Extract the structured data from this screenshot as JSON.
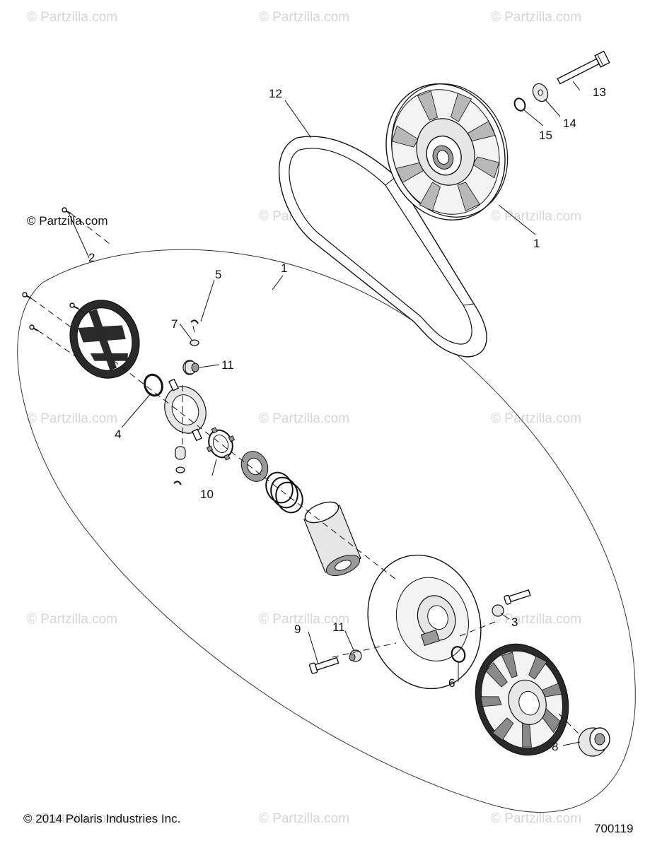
{
  "watermark": {
    "text": "© Partzilla.com"
  },
  "header_copyright": "© Partzilla.com",
  "footer": {
    "copyright": "© 2014 Polaris Industries Inc.",
    "diagram_number": "700119"
  },
  "callouts": {
    "c1_driven_clutch": "1",
    "c1_assembly": "1",
    "c2": "2",
    "c3": "3",
    "c4": "4",
    "c5": "5",
    "c6": "6",
    "c7": "7",
    "c8": "8",
    "c9": "9",
    "c10": "10",
    "c11_upper": "11",
    "c11_lower": "11",
    "c12": "12",
    "c13": "13",
    "c14": "14",
    "c15": "15"
  }
}
